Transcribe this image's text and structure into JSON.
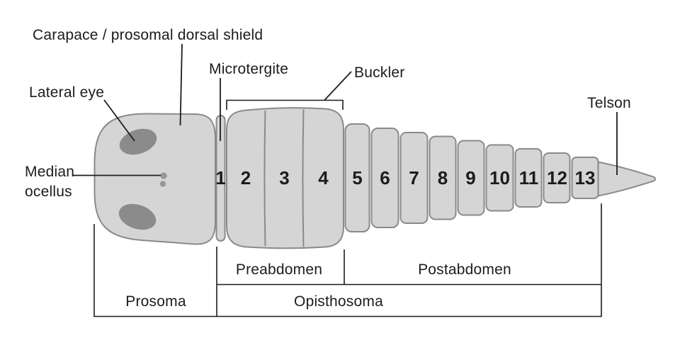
{
  "figure": {
    "background": "#ffffff",
    "body_fill": "#d5d5d5",
    "body_stroke": "#8a8a8a",
    "eye_fill": "#8b8b8b",
    "ocellus_fill": "#9a9a9a",
    "line_color": "#1c1c1c",
    "text_color": "#1c1c1c"
  },
  "labels": {
    "carapace": "Carapace / prosomal dorsal shield",
    "lateral_eye": "Lateral eye",
    "median_ocellus_line1": "Median",
    "median_ocellus_line2": "ocellus",
    "microtergite": "Microtergite",
    "buckler": "Buckler",
    "telson": "Telson",
    "preabdomen": "Preabdomen",
    "postabdomen": "Postabdomen",
    "prosoma": "Prosoma",
    "opisthosoma": "Opisthosoma"
  },
  "segments": {
    "numbers": [
      "1",
      "2",
      "3",
      "4",
      "5",
      "6",
      "7",
      "8",
      "9",
      "10",
      "11",
      "12",
      "13"
    ]
  }
}
